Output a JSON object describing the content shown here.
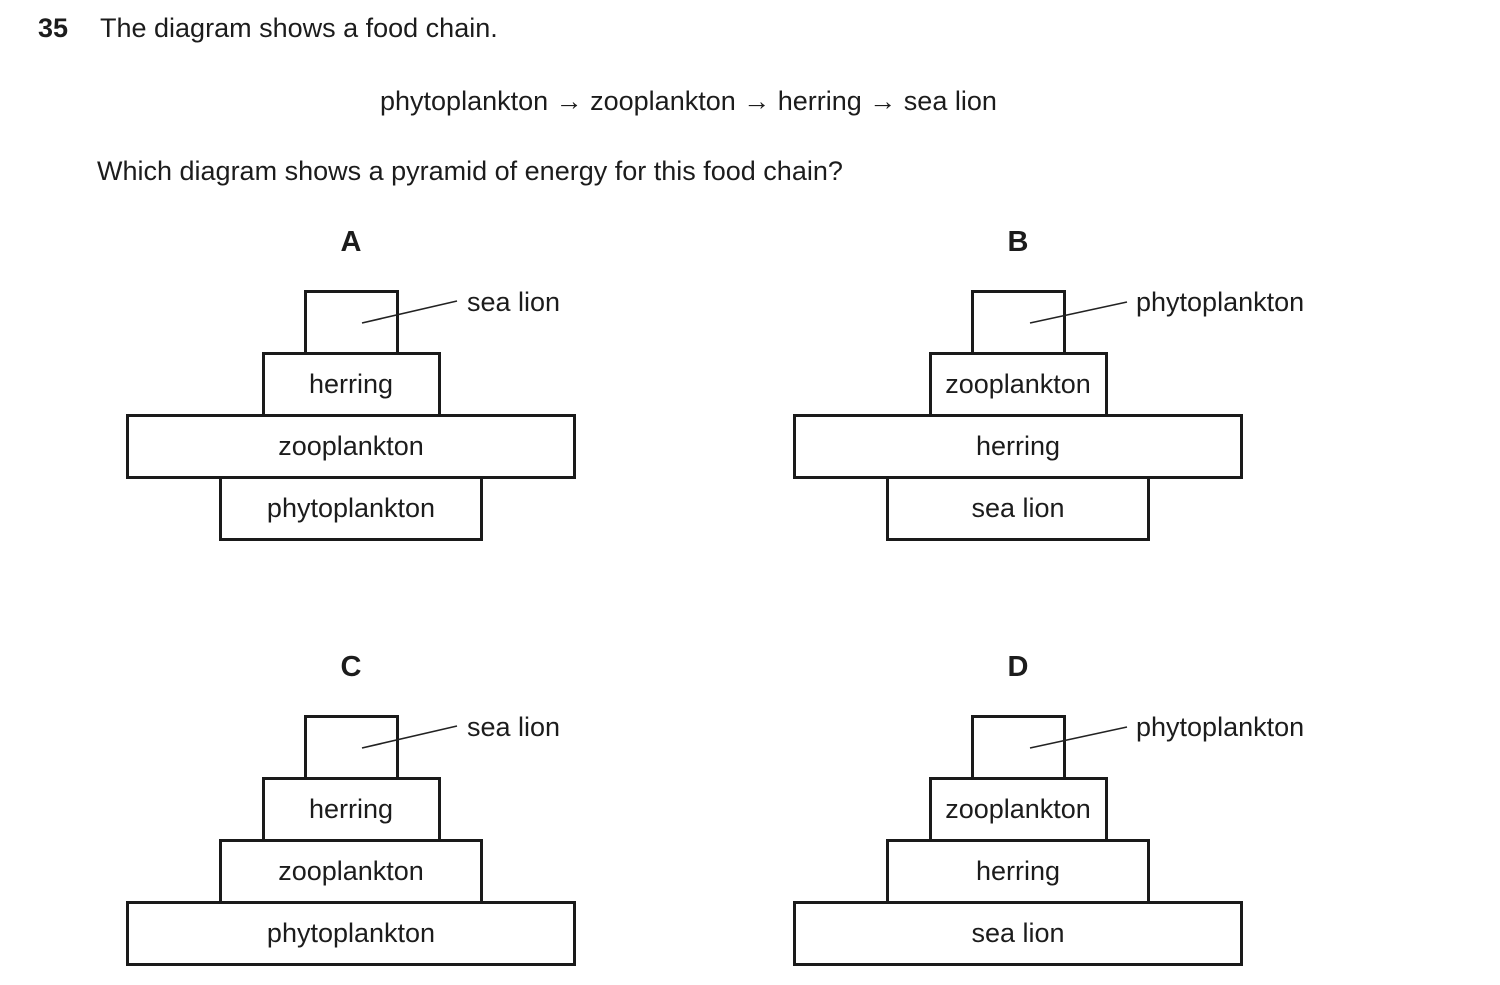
{
  "page": {
    "background": "#ffffff",
    "text_color": "#1c1c1c",
    "border_color": "#1a1a1a"
  },
  "question": {
    "number": "35",
    "intro": "The diagram shows a food chain.",
    "food_chain": "phytoplankton → zooplankton → herring → sea lion",
    "prompt": "Which diagram shows a pyramid of energy for this food chain?"
  },
  "diagrams": [
    {
      "letter": "A",
      "callout_label": "sea lion",
      "rows": [
        {
          "label": "",
          "tier": "smallest"
        },
        {
          "label": "herring",
          "tier": "small"
        },
        {
          "label": "zooplankton",
          "tier": "largest"
        },
        {
          "label": "phytoplankton",
          "tier": "medium"
        }
      ]
    },
    {
      "letter": "B",
      "callout_label": "phytoplankton",
      "rows": [
        {
          "label": "",
          "tier": "smallest"
        },
        {
          "label": "zooplankton",
          "tier": "small"
        },
        {
          "label": "herring",
          "tier": "largest"
        },
        {
          "label": "sea lion",
          "tier": "medium"
        }
      ]
    },
    {
      "letter": "C",
      "callout_label": "sea lion",
      "rows": [
        {
          "label": "",
          "tier": "smallest"
        },
        {
          "label": "herring",
          "tier": "small"
        },
        {
          "label": "zooplankton",
          "tier": "medium"
        },
        {
          "label": "phytoplankton",
          "tier": "largest"
        }
      ]
    },
    {
      "letter": "D",
      "callout_label": "phytoplankton",
      "rows": [
        {
          "label": "",
          "tier": "smallest"
        },
        {
          "label": "zooplankton",
          "tier": "small"
        },
        {
          "label": "herring",
          "tier": "medium"
        },
        {
          "label": "sea lion",
          "tier": "largest"
        }
      ]
    }
  ]
}
